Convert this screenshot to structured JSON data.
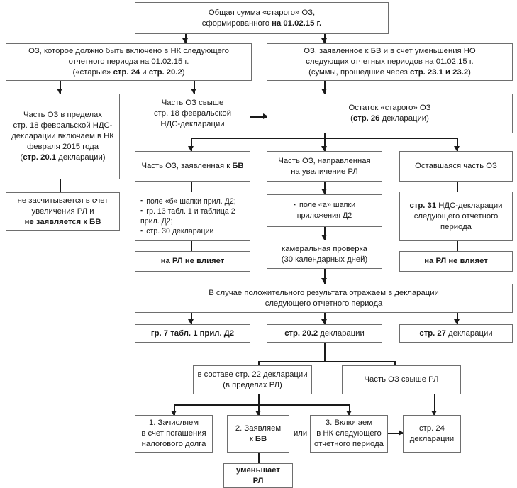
{
  "diagram": {
    "title": "Flowchart: distribution of old OZ (overpaid VAT) as of 01.02.15",
    "language": "ru",
    "nodes": {
      "n1": {
        "lines": [
          {
            "text": "Общая сумма «старого» ОЗ,",
            "bold": ""
          },
          {
            "text": "сформированного ",
            "bold": "на 01.02.15 г."
          }
        ]
      },
      "n2": {
        "lines": [
          {
            "text": "ОЗ, которое должно быть включено в НК следующего",
            "bold": ""
          },
          {
            "text": "отчетного периода на 01.02.15 г.",
            "bold": ""
          },
          {
            "text": "(«старые» ",
            "bold": "стр. 24",
            "mid": " и ",
            "bold2": "стр. 20.2",
            "tail": ")"
          }
        ]
      },
      "n3": {
        "lines": [
          {
            "text": "ОЗ, заявленное к БВ и в счет уменьшения НО",
            "bold": ""
          },
          {
            "text": "следующих отчетных периодов на 01.02.15 г.",
            "bold": ""
          },
          {
            "text": "(суммы, прошедшие через ",
            "bold": "стр. 23.1 и 23.2",
            "tail": ")"
          }
        ]
      },
      "n4": {
        "lines": [
          {
            "text": "Часть ОЗ в пределах",
            "bold": ""
          },
          {
            "text": "стр. 18 февральской НДС-",
            "bold": ""
          },
          {
            "text": "декларации включаем в НК",
            "bold": ""
          },
          {
            "text": "февраля 2015 года",
            "bold": ""
          },
          {
            "text": "(",
            "bold": "стр. 20.1",
            "tail": " декларации)"
          }
        ]
      },
      "n5": {
        "lines": [
          {
            "text": "Часть ОЗ свыше",
            "bold": ""
          },
          {
            "text": "стр. 18 февральской",
            "bold": ""
          },
          {
            "text": "НДС-декларации",
            "bold": ""
          }
        ]
      },
      "n6": {
        "lines": [
          {
            "text": "Остаток «старого» ОЗ",
            "bold": ""
          },
          {
            "text": "(",
            "bold": "стр. 26",
            "tail": " декларации)"
          }
        ]
      },
      "n7": {
        "lines": [
          {
            "text": "не засчитывается в счет",
            "bold": ""
          },
          {
            "text": "увеличения РЛ и",
            "bold": ""
          },
          {
            "text": "",
            "bold": "не заявляется к БВ"
          }
        ]
      },
      "n8": {
        "lines": [
          {
            "text": "Часть ОЗ, заявленная к ",
            "bold": "БВ"
          }
        ]
      },
      "n9": {
        "lines": [
          {
            "text": "Часть ОЗ, направленная",
            "bold": ""
          },
          {
            "text": "на увеличение РЛ",
            "bold": ""
          }
        ]
      },
      "n10": {
        "lines": [
          {
            "text": "Оставшаяся часть ОЗ",
            "bold": ""
          }
        ]
      },
      "n11": {
        "bullets": [
          "поле «б» шапки прил. Д2;",
          "гр. 13 табл. 1 и таблица 2 прил. Д2;",
          "стр. 30 декларации"
        ]
      },
      "n12": {
        "bullets": [
          "поле «а» шапки приложения Д2"
        ]
      },
      "n13": {
        "lines": [
          {
            "text": "",
            "bold": "стр. 31",
            "tail": " НДС-декларации"
          },
          {
            "text": "следующего отчетного",
            "bold": ""
          },
          {
            "text": "периода",
            "bold": ""
          }
        ]
      },
      "n14": {
        "lines": [
          {
            "text": "",
            "bold": "на РЛ не влияет"
          }
        ]
      },
      "n15": {
        "lines": [
          {
            "text": "камеральная проверка",
            "bold": ""
          },
          {
            "text": "(30 календарных дней)",
            "bold": ""
          }
        ]
      },
      "n16": {
        "lines": [
          {
            "text": "",
            "bold": "на РЛ не влияет"
          }
        ]
      },
      "n17": {
        "lines": [
          {
            "text": "В случае положительного результата отражаем в декларации",
            "bold": ""
          },
          {
            "text": "следующего отчетного периода",
            "bold": ""
          }
        ]
      },
      "n18": {
        "lines": [
          {
            "text": "",
            "bold": "гр. 7 табл. 1 прил. Д2"
          }
        ]
      },
      "n19": {
        "lines": [
          {
            "text": "",
            "bold": "стр. 20.2",
            "tail": " декларации"
          }
        ]
      },
      "n20": {
        "lines": [
          {
            "text": "",
            "bold": "стр. 27",
            "tail": " декларации"
          }
        ]
      },
      "n21": {
        "lines": [
          {
            "text": "в составе стр. 22 декларации",
            "bold": ""
          },
          {
            "text": "(в пределах РЛ)",
            "bold": ""
          }
        ]
      },
      "n22": {
        "lines": [
          {
            "text": "Часть ОЗ свыше РЛ",
            "bold": ""
          }
        ]
      },
      "n23": {
        "lines": [
          {
            "text": "1. Зачисляем",
            "bold": ""
          },
          {
            "text": "в счет погашения",
            "bold": ""
          },
          {
            "text": "налогового долга",
            "bold": ""
          }
        ]
      },
      "n24": {
        "lines": [
          {
            "text": "2. Заявляем",
            "bold": ""
          },
          {
            "text": "к ",
            "bold": "БВ"
          }
        ]
      },
      "n25": {
        "lines": [
          {
            "text": "3. Включаем",
            "bold": ""
          },
          {
            "text": "в НК следующего",
            "bold": ""
          },
          {
            "text": "отчетного периода",
            "bold": ""
          }
        ]
      },
      "n26": {
        "lines": [
          {
            "text": "стр. 24",
            "bold": ""
          },
          {
            "text": "декларации",
            "bold": ""
          }
        ]
      },
      "n27": {
        "lines": [
          {
            "text": "",
            "bold": "уменьшает"
          },
          {
            "text": "",
            "bold": "РЛ"
          }
        ]
      }
    },
    "labels": {
      "or_connector": "или"
    },
    "colors": {
      "box_border": "#6e6e6e",
      "connector": "#1a1a1a",
      "text": "#1a1a1a",
      "background": "#ffffff"
    }
  }
}
